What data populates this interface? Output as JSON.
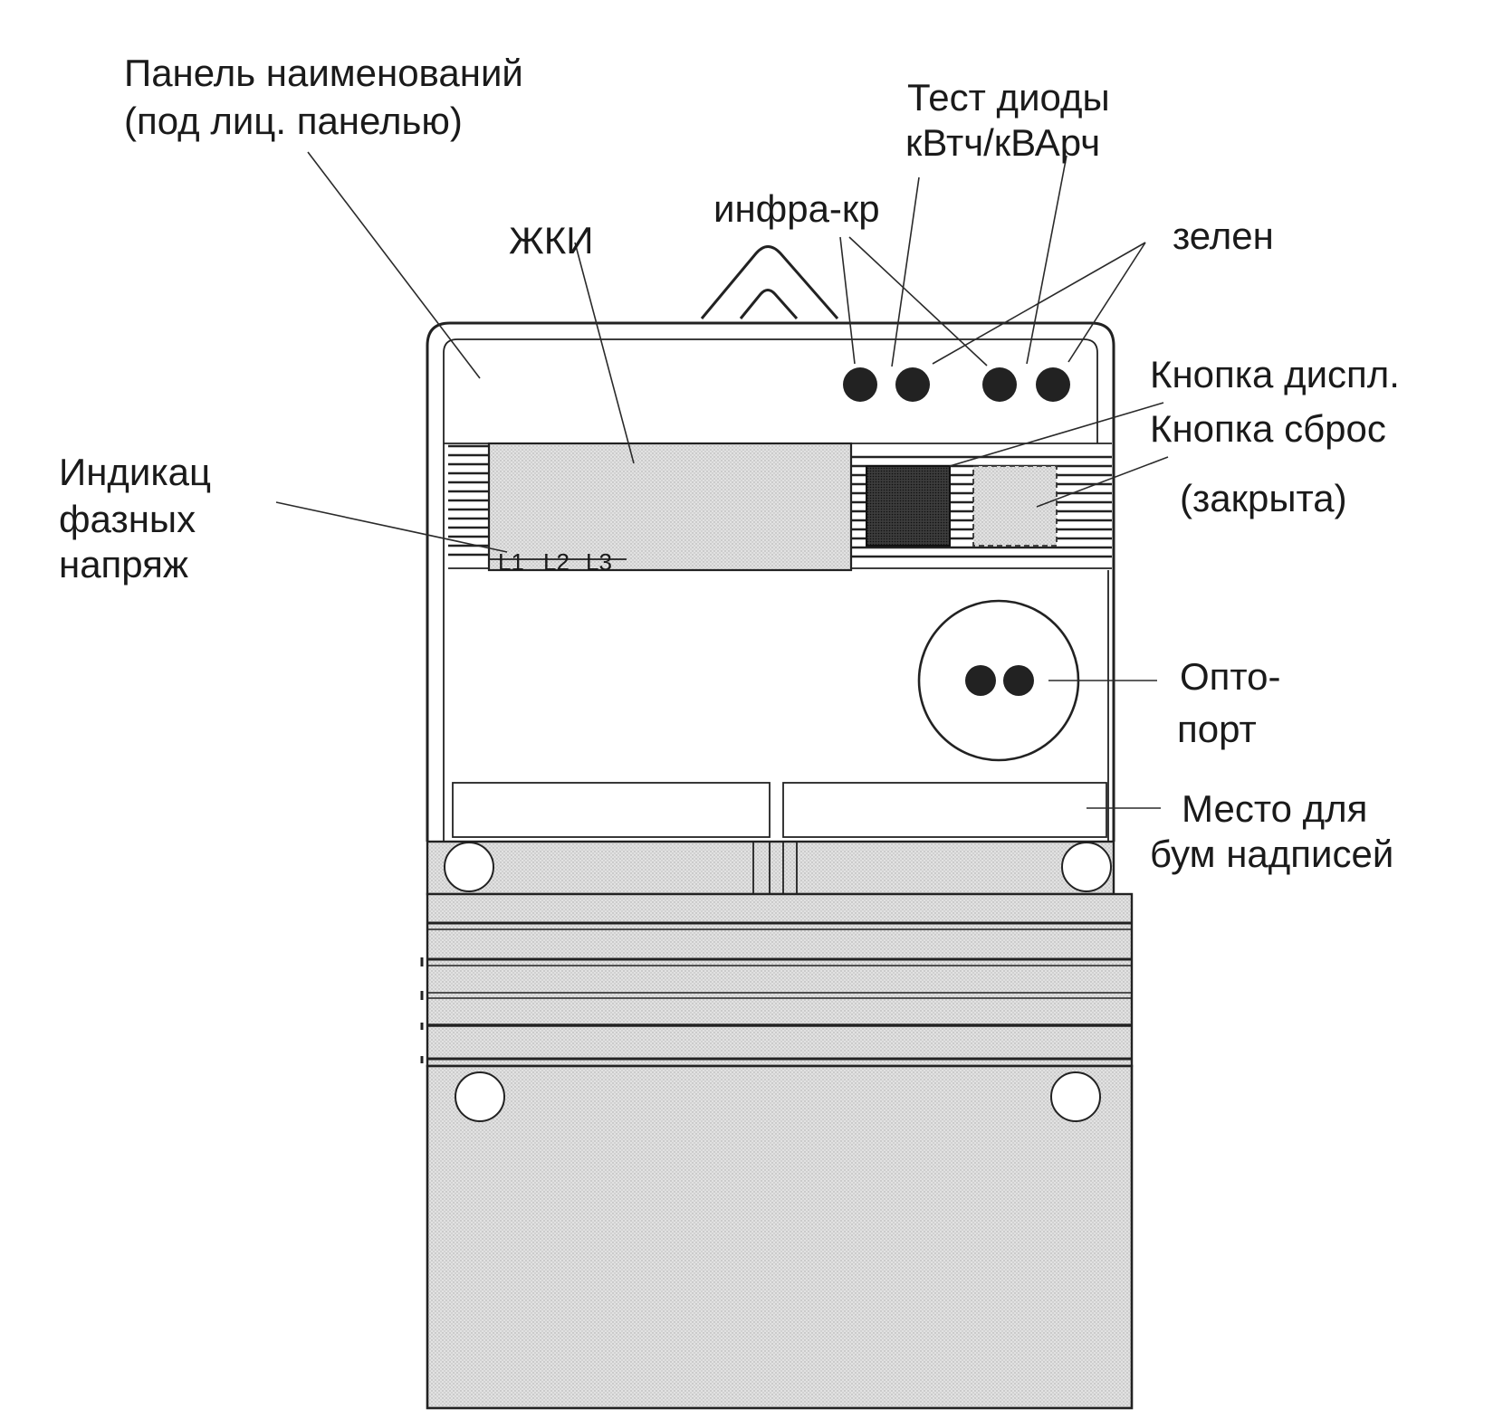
{
  "labels": {
    "nameplate_line1": "Панель наименований",
    "nameplate_line2": "(под лиц. панелью)",
    "test_line1": "Тест диоды",
    "test_line2": "кВтч/кВАрч",
    "infrared": "инфра-кр",
    "lcd": "ЖКИ",
    "green": "зелен",
    "display_button": "Кнопка диспл.",
    "reset_button": "Кнопка сброс",
    "reset_note": "(закрыта)",
    "phase_line1": "Индикац",
    "phase_line2": "фазных",
    "phase_line3": "напряж",
    "opto_line1": "Опто-",
    "opto_line2": "порт",
    "place_line1": "Место для",
    "place_line2": "бум надписей"
  },
  "phases": {
    "l1": "L1",
    "l2": "L2",
    "l3": "L3"
  },
  "colors": {
    "ink": "#1a1a1a",
    "housing_fill": "#ffffff",
    "terminal_fill": "#dcdcdc",
    "lcd_fill": "#d6d6d6",
    "display_button_fill": "#3a3a3a",
    "reset_button_fill": "#d0d0d0",
    "led_fill": "#222222"
  }
}
